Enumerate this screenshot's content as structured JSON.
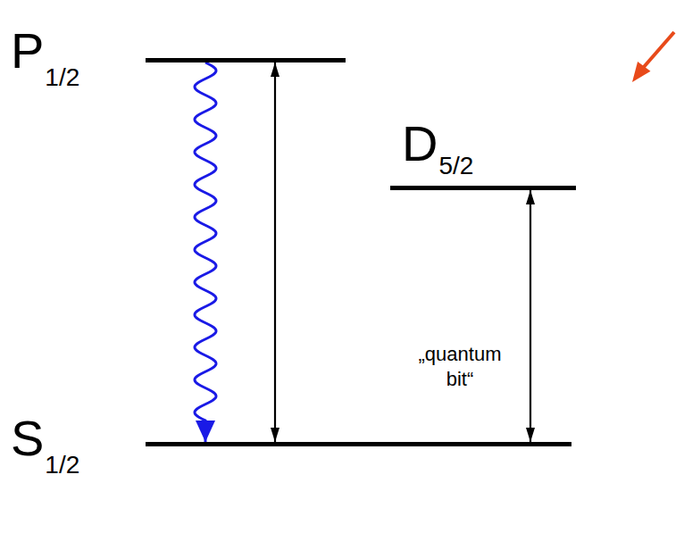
{
  "diagram": {
    "nodes": [
      {
        "text": [
          "P",
          "1/2"
        ]
      },
      {
        "text": [
          "„quantum bit“"
        ]
      },
      {
        "text": [
          "D",
          "5/2"
        ],
        "in": 1
      },
      {
        "text": [
          "S",
          "1/2"
        ]
      }
    ],
    "edges": [
      {
        "from": 0,
        "to": 3,
        "arrow": "to"
      },
      {
        "from": 0,
        "to": 3,
        "arrow": "both"
      },
      {
        "from": 2,
        "to": 3,
        "arrow": "both"
      }
    ]
  }
}
